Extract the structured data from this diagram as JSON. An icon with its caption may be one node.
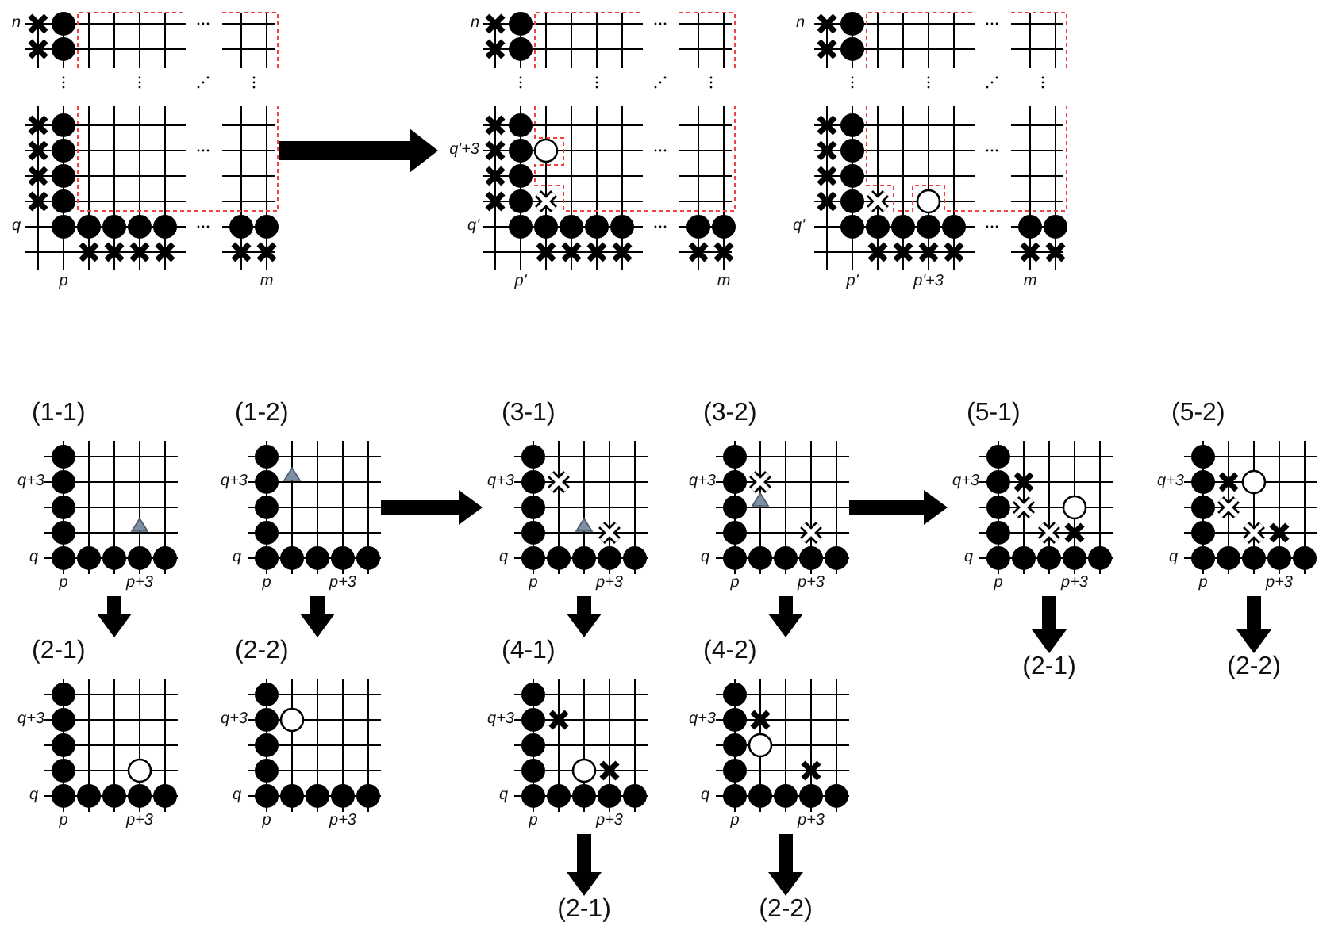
{
  "diagram": {
    "nodes": [
      {
        "text": [
          "n",
          "q",
          "p",
          "m"
        ]
      },
      {
        "text": [
          "n",
          "q'+3",
          "q'",
          "p'",
          "m"
        ]
      },
      {
        "text": [
          "n",
          "q'",
          "p'",
          "p'+3",
          "m"
        ]
      },
      {
        "text": [
          "(1-1)",
          "q+3",
          "q",
          "p",
          "p+3"
        ]
      },
      {
        "text": [
          "(1-2)",
          "q+3",
          "q",
          "p",
          "p+3"
        ]
      },
      {
        "text": [
          "(3-1)",
          "q+3",
          "q",
          "p",
          "p+3"
        ]
      },
      {
        "text": [
          "(3-2)",
          "q+3",
          "q",
          "p",
          "p+3"
        ]
      },
      {
        "text": [
          "(5-1)",
          "q+3",
          "q",
          "p",
          "p+3"
        ]
      },
      {
        "text": [
          "(5-2)",
          "q+3",
          "q",
          "p",
          "p+3"
        ]
      },
      {
        "text": [
          "(2-1)",
          "q+3",
          "q",
          "p",
          "p+3"
        ]
      },
      {
        "text": [
          "(2-2)",
          "q+3",
          "q",
          "p",
          "p+3"
        ]
      },
      {
        "text": [
          "(4-1)",
          "q+3",
          "q",
          "p",
          "p+3"
        ]
      },
      {
        "text": [
          "(4-2)",
          "q+3",
          "q",
          "p",
          "p+3"
        ]
      },
      {
        "text": [
          "(2-1)"
        ]
      },
      {
        "text": [
          "(2-2)"
        ]
      },
      {
        "text": [
          "(2-1)"
        ]
      },
      {
        "text": [
          "(2-2)"
        ]
      }
    ],
    "edges": [
      {
        "from": 0,
        "to": 1,
        "arrow": "to"
      },
      {
        "from": 3,
        "to": 9,
        "arrow": "to"
      },
      {
        "from": 4,
        "to": 10,
        "arrow": "to"
      },
      {
        "from": 4,
        "to": 5,
        "arrow": "to"
      },
      {
        "from": 5,
        "to": 11,
        "arrow": "to"
      },
      {
        "from": 6,
        "to": 12,
        "arrow": "to"
      },
      {
        "from": 6,
        "to": 7,
        "arrow": "to"
      },
      {
        "from": 7,
        "to": 13,
        "arrow": "to"
      },
      {
        "from": 8,
        "to": 14,
        "arrow": "to"
      },
      {
        "from": 11,
        "to": 15,
        "arrow": "to"
      },
      {
        "from": 12,
        "to": 16,
        "arrow": "to"
      }
    ]
  }
}
